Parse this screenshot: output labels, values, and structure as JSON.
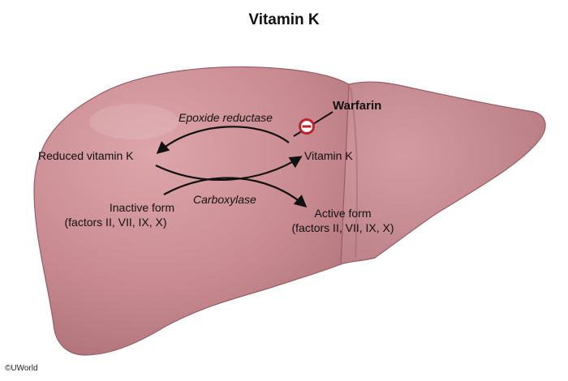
{
  "title": "Vitamin K",
  "labels": {
    "reduced_vitamin_k": "Reduced vitamin K",
    "vitamin_k": "Vitamin K",
    "epoxide_reductase": "Epoxide reductase",
    "warfarin": "Warfarin",
    "carboxylase": "Carboxylase",
    "inactive_form": "Inactive form",
    "inactive_factors": "(factors II, VII, IX, X)",
    "active_form": "Active form",
    "active_factors": "(factors II, VII, IX, X)"
  },
  "inhibitor_symbol": "−",
  "copyright": "©UWorld",
  "colors": {
    "liver": "#c88a90",
    "liver_dark": "#9c5c64",
    "inhibitor": "#c0222c"
  },
  "icons": [
    "liver-illustration",
    "inhibit-icon"
  ]
}
